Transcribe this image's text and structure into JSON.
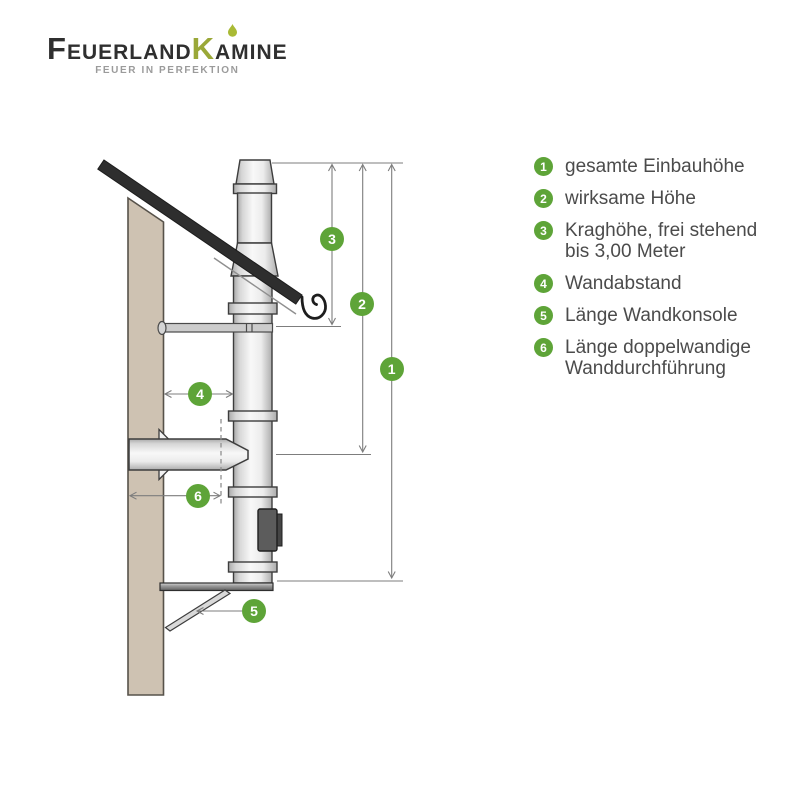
{
  "brand": {
    "wordmark": {
      "part1": "F",
      "part2": "EUERLAND",
      "part3": "K",
      "part4": "AMINE"
    },
    "tagline": "FEUER IN PERFEKTION",
    "text_color": "#2f2f2f",
    "logo_green": "#9aa838",
    "tagline_color": "#9b9b9b"
  },
  "colors": {
    "accent_green": "#5ea438",
    "wall_beige": "#cec2b2",
    "roof_black": "#2e2e2e",
    "pipe_outline": "#3d3d3d",
    "dimension_gray": "#7d7d7d",
    "legend_text": "#4b4b4b"
  },
  "diagram": {
    "badges": [
      "1",
      "2",
      "3",
      "4",
      "5",
      "6"
    ]
  },
  "legend": {
    "items": [
      {
        "num": "1",
        "label": "gesamte Einbauhöhe"
      },
      {
        "num": "2",
        "label": "wirksame Höhe"
      },
      {
        "num": "3",
        "label": "Kraghöhe, frei stehend bis 3,00 Meter"
      },
      {
        "num": "4",
        "label": "Wandabstand"
      },
      {
        "num": "5",
        "label": "Länge Wandkonsole"
      },
      {
        "num": "6",
        "label": "Länge doppelwandige Wanddurchführung"
      }
    ]
  }
}
